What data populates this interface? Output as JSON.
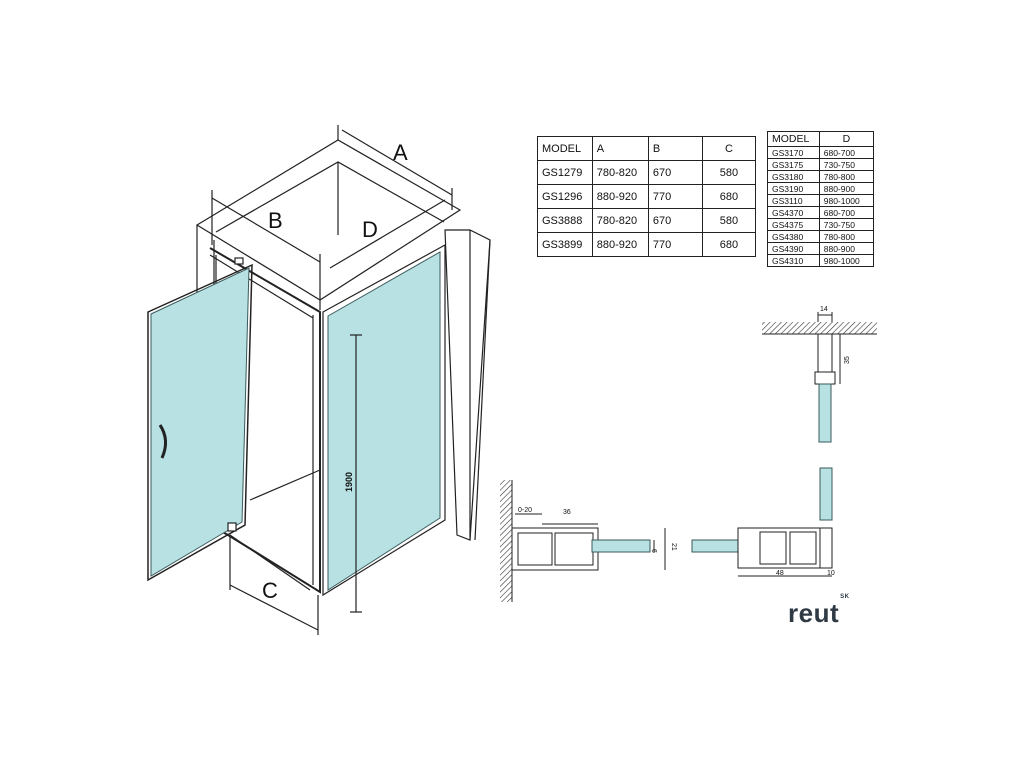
{
  "diagram": {
    "labels": {
      "a": "A",
      "b": "B",
      "c": "C",
      "d": "D",
      "height": "1900"
    },
    "detail_dims": {
      "top_width": "14",
      "top_height": "35",
      "left_range": "0-20",
      "left_width": "36",
      "glass_thickness": "6",
      "profile_height": "21",
      "right_width": "48",
      "right_small": "10"
    },
    "colors": {
      "glass": "#b7e1e2",
      "glass_edge": "#3a5a5c",
      "line": "#222222",
      "brand": "#2f3a44"
    }
  },
  "table_abc": {
    "headers": [
      "MODEL",
      "A",
      "B",
      "C"
    ],
    "rows": [
      [
        "GS1279",
        "780-820",
        "670",
        "580"
      ],
      [
        "GS1296",
        "880-920",
        "770",
        "680"
      ],
      [
        "GS3888",
        "780-820",
        "670",
        "580"
      ],
      [
        "GS3899",
        "880-920",
        "770",
        "680"
      ]
    ]
  },
  "table_d": {
    "headers": [
      "MODEL",
      "D"
    ],
    "rows": [
      [
        "GS3170",
        "680-700"
      ],
      [
        "GS3175",
        "730-750"
      ],
      [
        "GS3180",
        "780-800"
      ],
      [
        "GS3190",
        "880-900"
      ],
      [
        "GS3110",
        "980-1000"
      ],
      [
        "GS4370",
        "680-700"
      ],
      [
        "GS4375",
        "730-750"
      ],
      [
        "GS4380",
        "780-800"
      ],
      [
        "GS4390",
        "880-900"
      ],
      [
        "GS4310",
        "980-1000"
      ]
    ]
  },
  "brand": {
    "name": "reut",
    "suffix": "SK"
  }
}
